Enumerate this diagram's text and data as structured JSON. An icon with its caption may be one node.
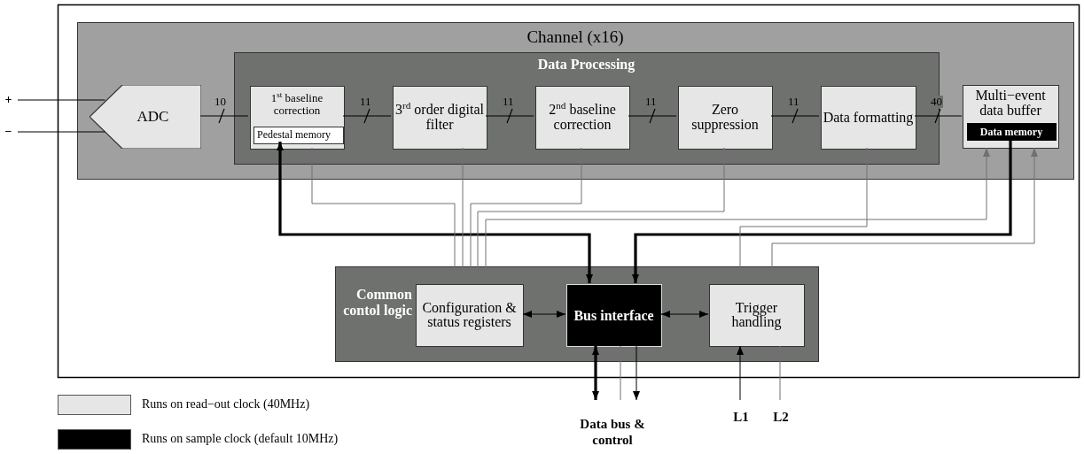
{
  "diagram": {
    "nodes": [
      {
        "text": [
          "Channel (x16)"
        ]
      },
      {
        "text": [
          "Data Processing"
        ],
        "in": 0
      },
      {
        "text": [
          "ADC"
        ],
        "in": 0
      },
      {
        "text": [
          "1$^{st}$ baseline correction"
        ],
        "in": 1
      },
      {
        "text": [
          "Pedestal memory"
        ],
        "in": 3
      },
      {
        "text": [
          "3$^{rd}$ order digital filter"
        ],
        "in": 1
      },
      {
        "text": [
          "2$^{nd}$ baseline correction"
        ],
        "in": 1
      },
      {
        "text": [
          "Zero suppression"
        ],
        "in": 1
      },
      {
        "text": [
          "Data formatting"
        ],
        "in": 1
      },
      {
        "text": [
          "Multi−event data buffer"
        ],
        "in": 0
      },
      {
        "text": [
          "Data memory"
        ],
        "in": 9
      },
      {
        "text": [
          "Common contol logic"
        ]
      },
      {
        "text": [
          "Configuration & status registers"
        ],
        "in": 11
      },
      {
        "text": [
          "Bus interface"
        ],
        "in": 11
      },
      {
        "text": [
          "Trigger handling"
        ],
        "in": 11
      },
      {
        "text": [
          "Data bus & control"
        ]
      },
      {
        "text": [
          "L1"
        ]
      },
      {
        "text": [
          "L2"
        ]
      },
      {
        "text": [
          "+"
        ]
      },
      {
        "text": [
          "−"
        ]
      }
    ],
    "edges": [
      {
        "from": 18,
        "to": 2,
        "arrow": "none"
      },
      {
        "from": 19,
        "to": 2,
        "arrow": "none"
      },
      {
        "from": 2,
        "to": 3,
        "arrow": "none",
        "label": "10"
      },
      {
        "from": 3,
        "to": 5,
        "arrow": "none",
        "label": "11"
      },
      {
        "from": 5,
        "to": 6,
        "arrow": "none",
        "label": "11"
      },
      {
        "from": 6,
        "to": 7,
        "arrow": "none",
        "label": "11"
      },
      {
        "from": 7,
        "to": 8,
        "arrow": "none",
        "label": "11"
      },
      {
        "from": 8,
        "to": 9,
        "arrow": "none",
        "label": "40"
      },
      {
        "from": 4,
        "to": 13,
        "arrow": "both",
        "style": "thick"
      },
      {
        "from": 10,
        "to": 13,
        "arrow": "to",
        "style": "thick"
      },
      {
        "from": 12,
        "to": 3,
        "arrow": "to",
        "color": "#707070"
      },
      {
        "from": 12,
        "to": 5,
        "arrow": "to",
        "color": "#707070"
      },
      {
        "from": 12,
        "to": 6,
        "arrow": "to",
        "color": "#707070"
      },
      {
        "from": 12,
        "to": 7,
        "arrow": "to",
        "color": "#707070"
      },
      {
        "from": 12,
        "to": 9,
        "arrow": "to",
        "color": "#707070"
      },
      {
        "from": 14,
        "to": 8,
        "arrow": "to",
        "color": "#707070"
      },
      {
        "from": 14,
        "to": 9,
        "arrow": "to",
        "color": "#707070"
      },
      {
        "from": 12,
        "to": 13,
        "arrow": "both"
      },
      {
        "from": 13,
        "to": 14,
        "arrow": "both"
      },
      {
        "from": 13,
        "to": 15,
        "arrow": "both",
        "style": "thick"
      },
      {
        "from": 15,
        "to": 13,
        "arrow": "to",
        "color": "#707070"
      },
      {
        "from": 13,
        "to": 15,
        "arrow": "to"
      },
      {
        "from": 16,
        "to": 14,
        "arrow": "to"
      },
      {
        "from": 17,
        "to": 14,
        "arrow": "to",
        "color": "#707070"
      }
    ],
    "legend": [
      {
        "text": "Runs on read−out clock (40MHz)",
        "color": "#e6e6e6"
      },
      {
        "text": "Runs on sample clock (default 10MHz)",
        "color": "#000000"
      }
    ]
  }
}
